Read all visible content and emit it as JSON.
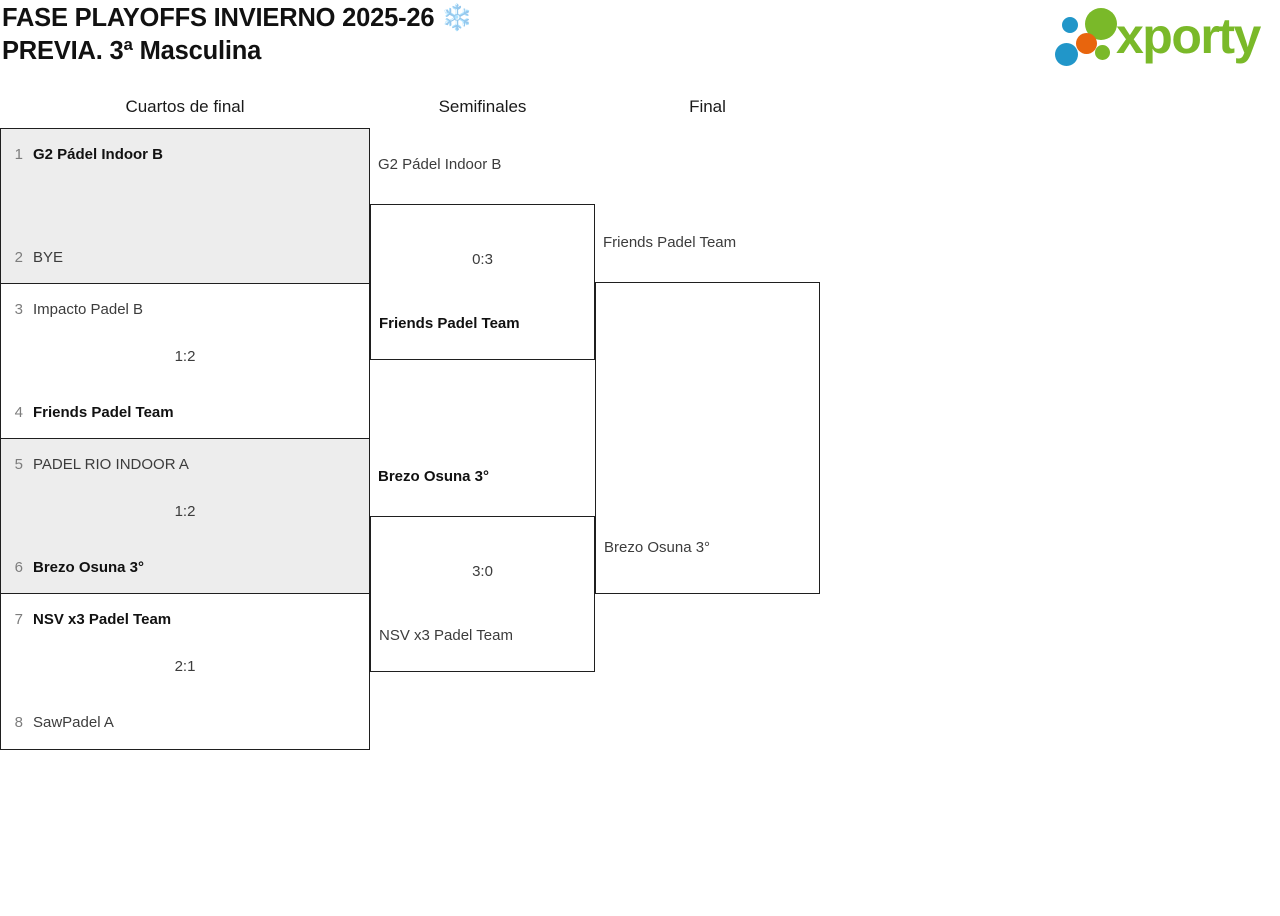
{
  "header": {
    "title": "FASE PLAYOFFS INVIERNO 2025-26 ❄️\nPREVIA. 3ª Masculina",
    "logo_word": "xporty",
    "logo_colors": {
      "green": "#7ab929",
      "blue": "#2196c9",
      "orange": "#e8650d"
    }
  },
  "bracket": {
    "rounds": [
      {
        "label": "Cuartos de final"
      },
      {
        "label": "Semifinales"
      },
      {
        "label": "Final"
      }
    ],
    "quarterfinals": [
      {
        "shaded": true,
        "score": "",
        "top": {
          "seed": "1",
          "name": "G2 Pádel Indoor B",
          "winner": true
        },
        "bottom": {
          "seed": "2",
          "name": "BYE",
          "winner": false
        }
      },
      {
        "shaded": false,
        "score": "1:2",
        "top": {
          "seed": "3",
          "name": "Impacto Padel B",
          "winner": false
        },
        "bottom": {
          "seed": "4",
          "name": "Friends Padel Team",
          "winner": true
        }
      },
      {
        "shaded": true,
        "score": "1:2",
        "top": {
          "seed": "5",
          "name": "PADEL RIO INDOOR A",
          "winner": false
        },
        "bottom": {
          "seed": "6",
          "name": "Brezo Osuna 3°",
          "winner": true
        }
      },
      {
        "shaded": false,
        "score": "2:1",
        "top": {
          "seed": "7",
          "name": "NSV x3 Padel Team",
          "winner": true
        },
        "bottom": {
          "seed": "8",
          "name": "SawPadel A",
          "winner": false
        }
      }
    ],
    "semifinals": [
      {
        "score": "0:3",
        "top": {
          "name": "G2 Pádel Indoor B",
          "winner": false
        },
        "bottom": {
          "name": "Friends Padel Team",
          "winner": true
        }
      },
      {
        "score": "3:0",
        "top": {
          "name": "Brezo Osuna 3°",
          "winner": true
        },
        "bottom": {
          "name": "NSV x3 Padel Team",
          "winner": false
        }
      }
    ],
    "final": {
      "score": "",
      "top": {
        "name": "Friends Padel Team",
        "winner": false
      },
      "bottom": {
        "name": "Brezo Osuna 3°",
        "winner": false
      }
    }
  }
}
